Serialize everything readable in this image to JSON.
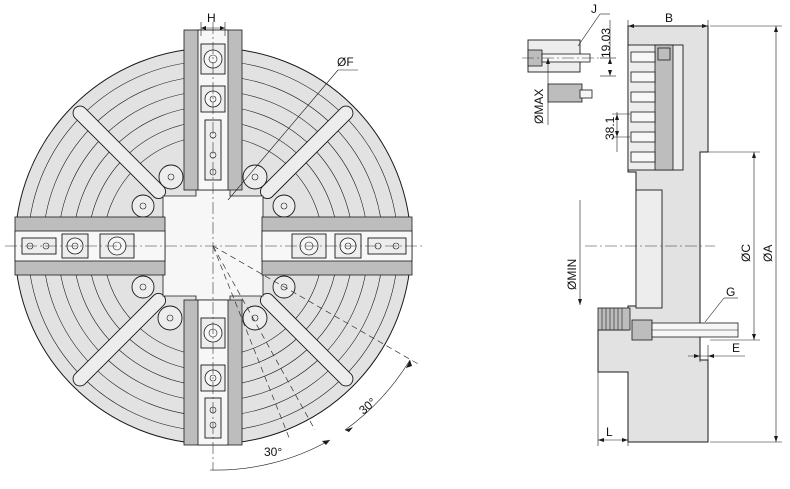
{
  "front_view": {
    "labels": {
      "h": "H",
      "f": "ØF",
      "angle_1": "30°",
      "angle_2": "30°"
    }
  },
  "side_view": {
    "labels": {
      "b": "B",
      "j": "J",
      "dim_19": "19.03",
      "dim_38": "38.1",
      "max": "ØMAX",
      "min": "ØMIN",
      "c": "ØC",
      "a": "ØA",
      "g": "G",
      "e": "E",
      "l": "L"
    }
  },
  "colors": {
    "body": "#e2e2e2",
    "line": "#1a1a1a",
    "background": "#ffffff"
  }
}
